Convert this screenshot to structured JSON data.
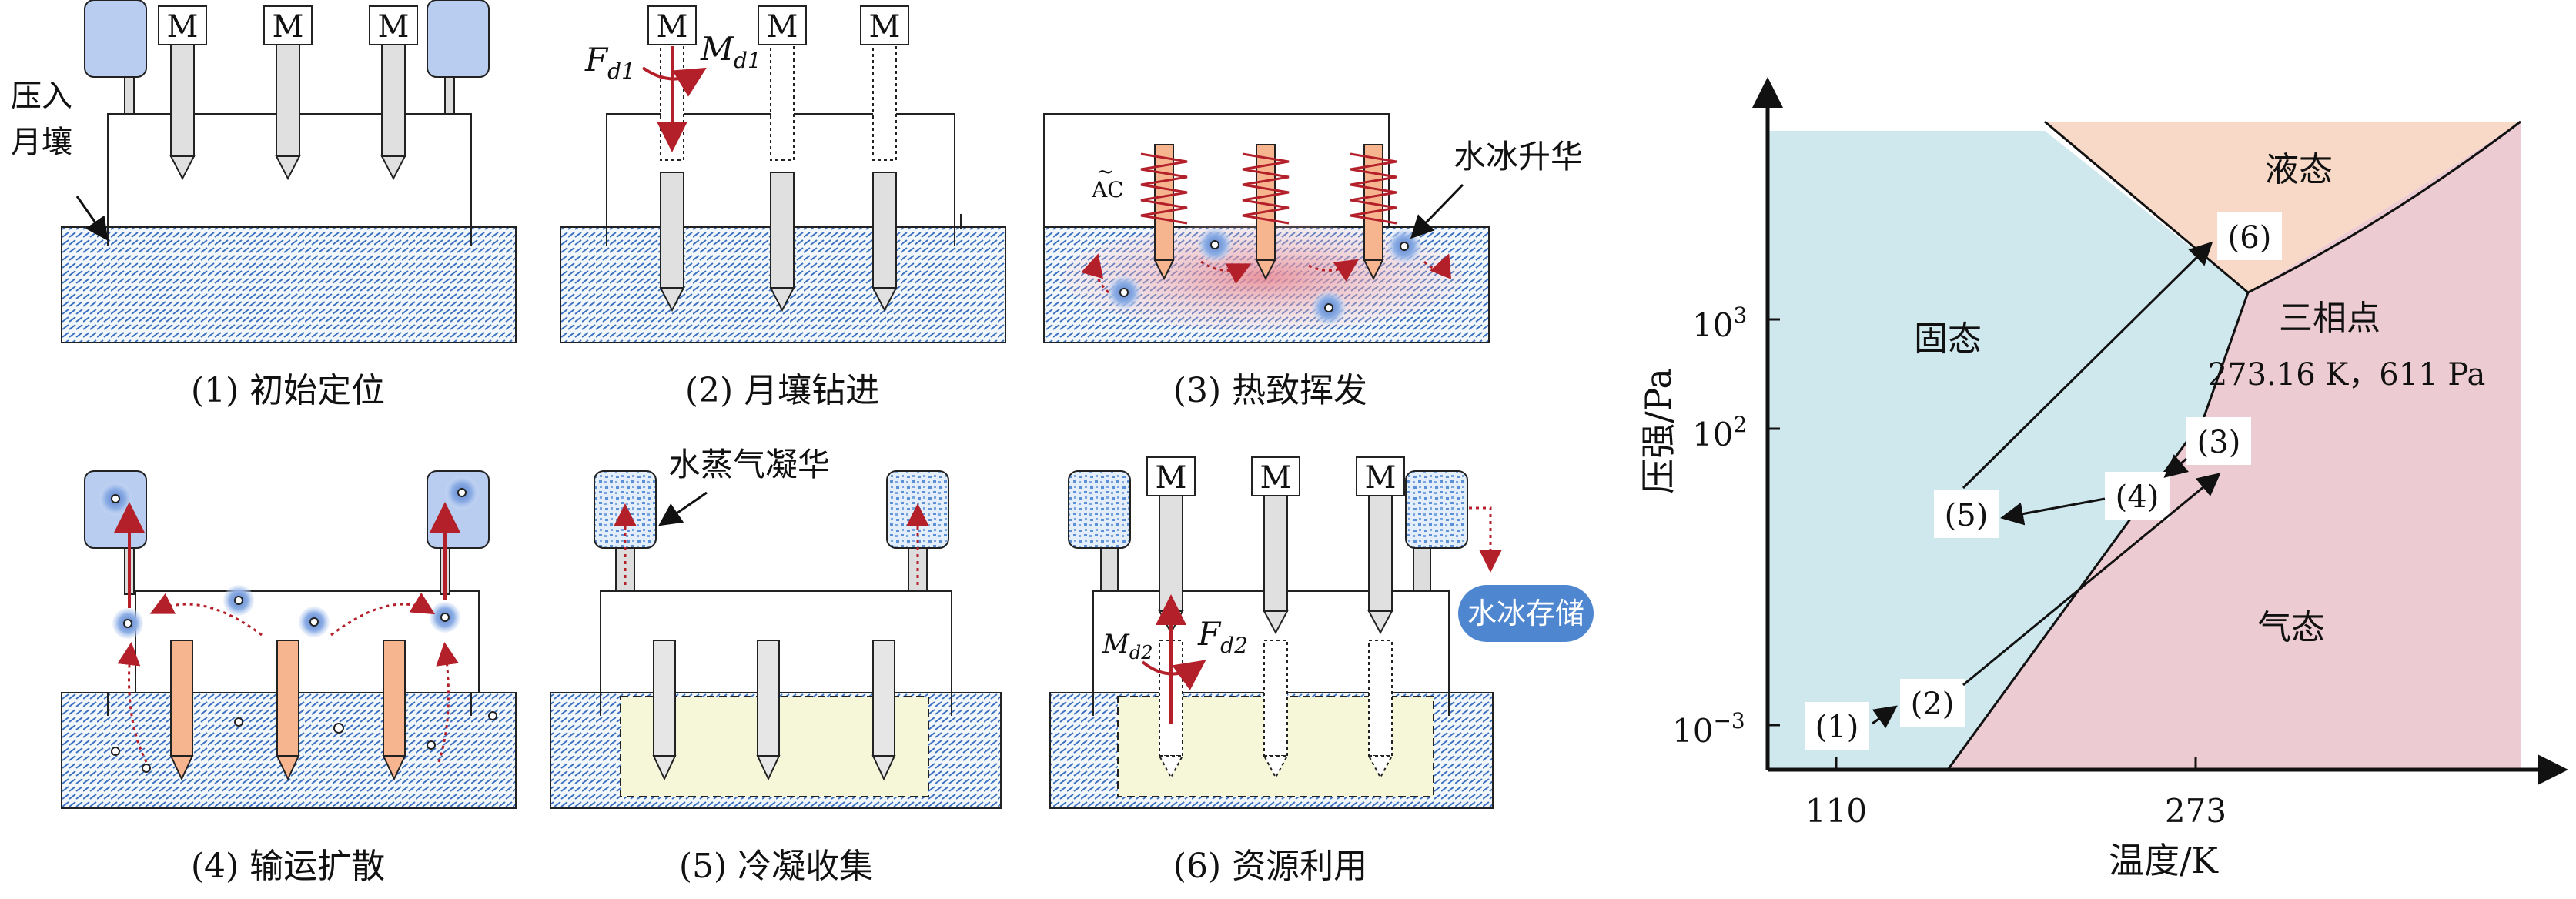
{
  "panels": [
    {
      "caption": "(1) 初始定位"
    },
    {
      "caption": "(2) 月壤钻进"
    },
    {
      "caption": "(3) 热致挥发"
    },
    {
      "caption": "(4) 输运扩散"
    },
    {
      "caption": "(5) 冷凝收集"
    },
    {
      "caption": "(6) 资源利用"
    }
  ],
  "labels": {
    "motor": "M",
    "press_in_line1": "压入",
    "press_in_line2": "月壤",
    "force1_main": "F",
    "force1_sub": "d1",
    "moment1_main": "M",
    "moment1_sub": "d1",
    "force2_main": "F",
    "force2_sub": "d2",
    "moment2_main": "M",
    "moment2_sub": "d2",
    "ac": "AC",
    "ac_tilde": "~",
    "ice_sublimation": "水冰升华",
    "vapor_deposition": "水蒸气凝华",
    "storage": "水冰存储"
  },
  "phase_diagram": {
    "ylabel": "压强/Pa",
    "xlabel": "温度/K",
    "y_ticks": [
      "10",
      "10",
      "10"
    ],
    "y_exps": [
      "3",
      "2",
      "−3"
    ],
    "x_ticks": [
      "110",
      "273"
    ],
    "regions": {
      "solid": "固态",
      "liquid": "液态",
      "gas": "气态"
    },
    "triple_point_title": "三相点",
    "triple_point_value": "273.16 K，611 Pa",
    "steps": [
      "(1)",
      "(2)",
      "(3)",
      "(4)",
      "(5)",
      "(6)"
    ],
    "colors": {
      "solid": "#cfe8ee",
      "liquid": "#f8d9c8",
      "gas": "#eccbd3"
    }
  }
}
